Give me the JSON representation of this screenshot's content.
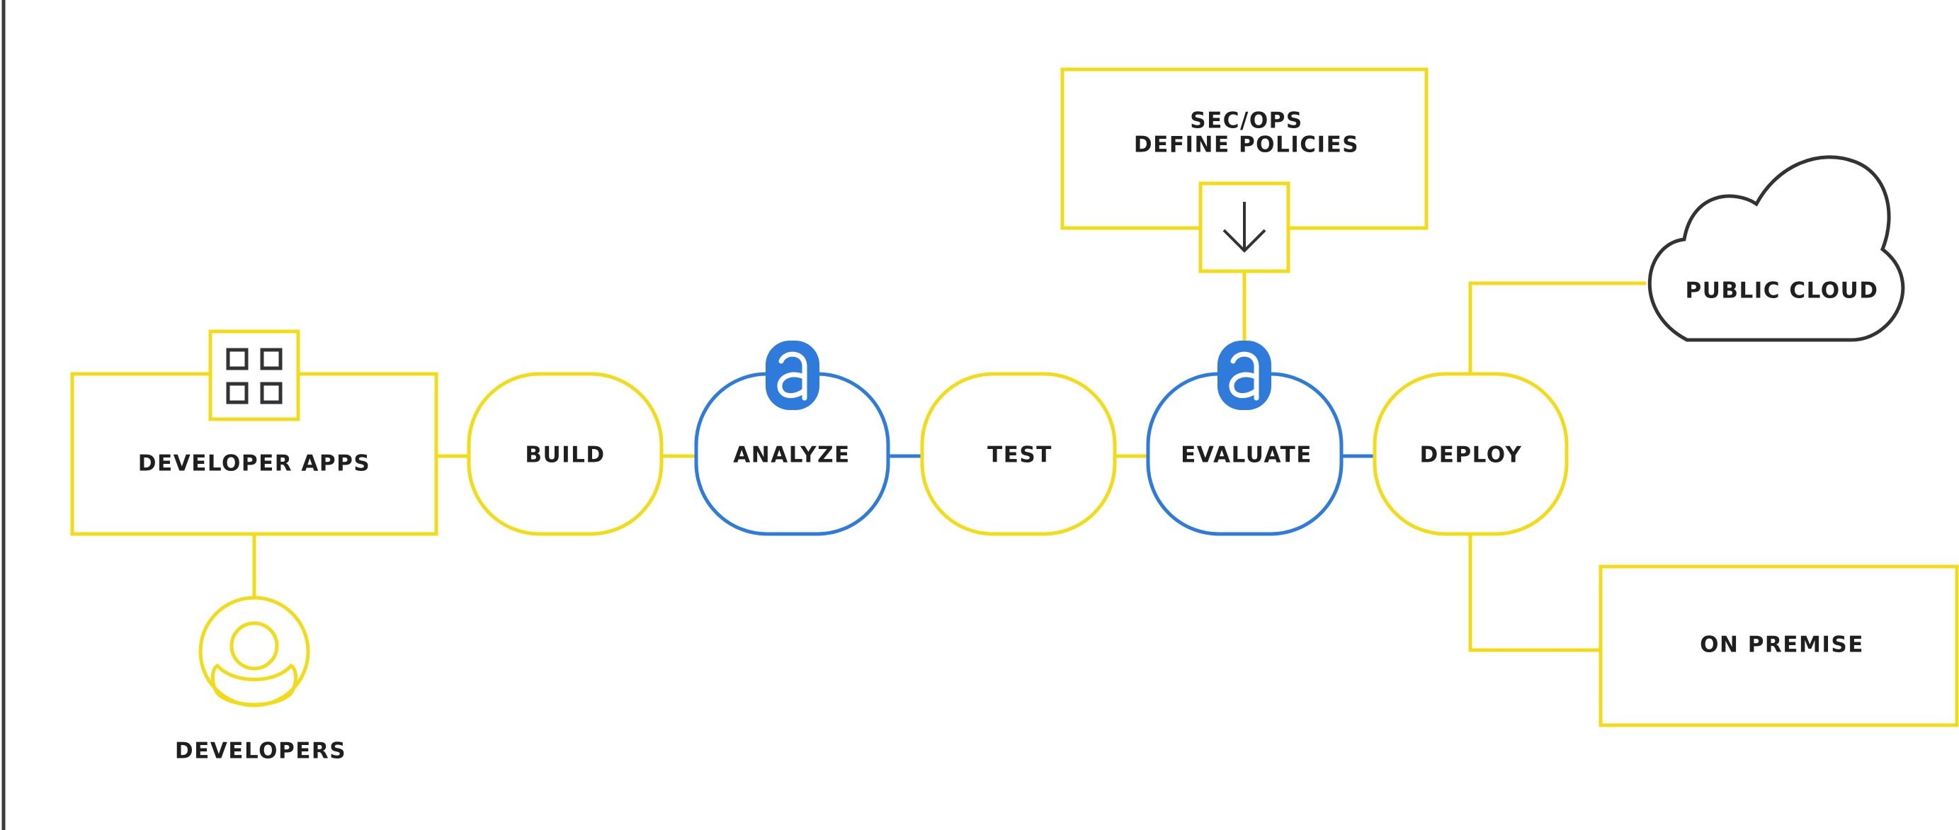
{
  "colors": {
    "pipeline_stroke": "#f2dc1a",
    "anchore_stroke": "#2f7bdc",
    "dark_stroke": "#333333",
    "label_text": "#1f1f1f",
    "background": "#ffffff"
  },
  "nodes": {
    "developer_apps": {
      "label": "DEVELOPER APPS",
      "icon": "grid-icon"
    },
    "developers": {
      "label": "DEVELOPERS",
      "icon": "user-icon"
    },
    "build": {
      "label": "BUILD"
    },
    "analyze": {
      "label": "ANALYZE",
      "badge_icon": "anchore-logo-icon"
    },
    "test": {
      "label": "TEST"
    },
    "evaluate": {
      "label": "EVALUATE",
      "badge_icon": "anchore-logo-icon"
    },
    "deploy": {
      "label": "DEPLOY"
    },
    "secops": {
      "label_line1": "SEC/OPS",
      "label_line2": "DEFINE POLICIES",
      "icon": "arrow-down-icon"
    },
    "public_cloud": {
      "label": "PUBLIC CLOUD",
      "icon": "cloud-icon"
    },
    "on_premise": {
      "label": "ON PREMISE"
    }
  }
}
